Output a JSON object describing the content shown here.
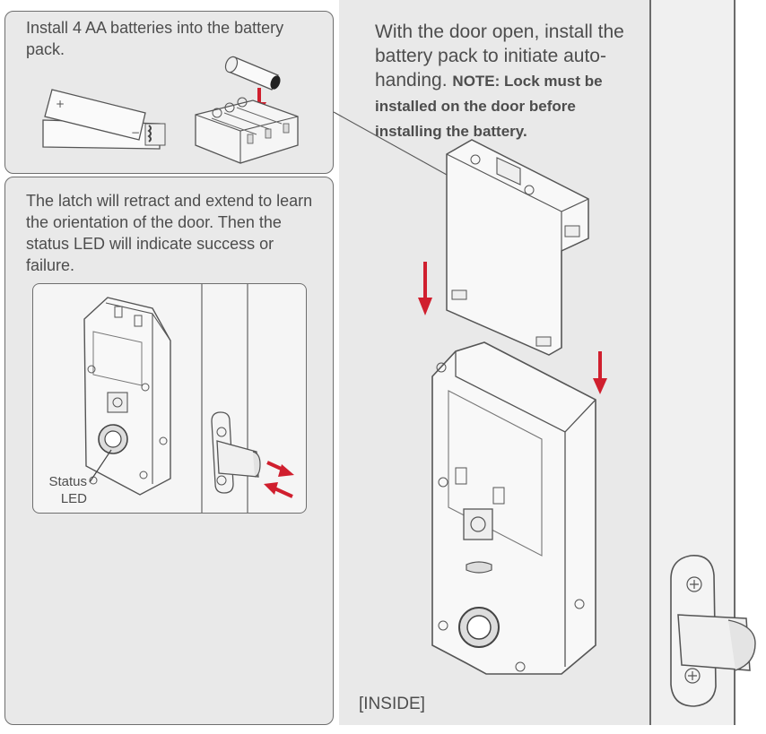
{
  "step1": {
    "text": "Install 4 AA batteries into the battery pack."
  },
  "step2": {
    "text": "The latch will retract and extend to learn the orientation of the door. Then the status LED will indicate success or failure."
  },
  "step3": {
    "text": "With the door open, install the battery pack to initiate auto-handing.",
    "note": "NOTE: Lock must be installed on the door before installing the battery."
  },
  "labels": {
    "status_led_line1": "Status",
    "status_led_line2": "LED",
    "inside": "[INSIDE]",
    "battery_plus": "+",
    "battery_minus": "−"
  },
  "colors": {
    "arrow_red": "#d01f2e",
    "panel_gray": "#e9e9e9",
    "line": "#5a5a5a"
  },
  "icons": [
    "aa-battery-icon",
    "battery-pack-icon",
    "lock-body-icon",
    "latch-bolt-icon",
    "strike-plate-icon",
    "down-arrow-icon",
    "retract-extend-arrow-icon"
  ]
}
